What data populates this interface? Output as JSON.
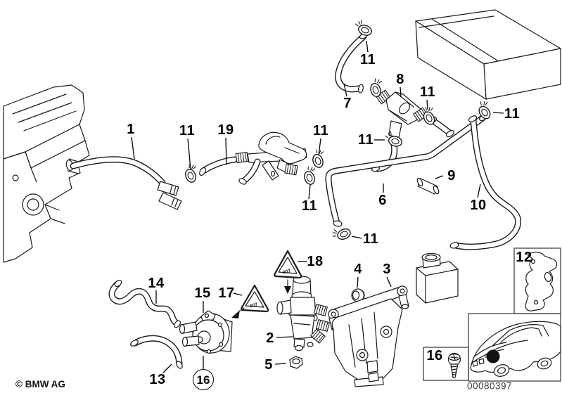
{
  "diagram": {
    "copyright": "© BMW AG",
    "drawing_number": "00080397",
    "warning_code": "407",
    "colors": {
      "background": "#ffffff",
      "line": "#1a1a1a",
      "label": "#000000"
    },
    "callouts": [
      {
        "part": "1"
      },
      {
        "part": "11"
      },
      {
        "part": "19"
      },
      {
        "part": "11"
      },
      {
        "part": "11"
      },
      {
        "part": "7"
      },
      {
        "part": "11"
      },
      {
        "part": "8"
      },
      {
        "part": "11"
      },
      {
        "part": "11"
      },
      {
        "part": "11"
      },
      {
        "part": "9"
      },
      {
        "part": "6"
      },
      {
        "part": "10"
      },
      {
        "part": "11"
      },
      {
        "part": "18"
      },
      {
        "part": "4"
      },
      {
        "part": "3"
      },
      {
        "part": "12"
      },
      {
        "part": "14"
      },
      {
        "part": "15"
      },
      {
        "part": "17"
      },
      {
        "part": "2"
      },
      {
        "part": "5"
      },
      {
        "part": "13"
      },
      {
        "part": "16"
      },
      {
        "part": "16"
      }
    ]
  }
}
